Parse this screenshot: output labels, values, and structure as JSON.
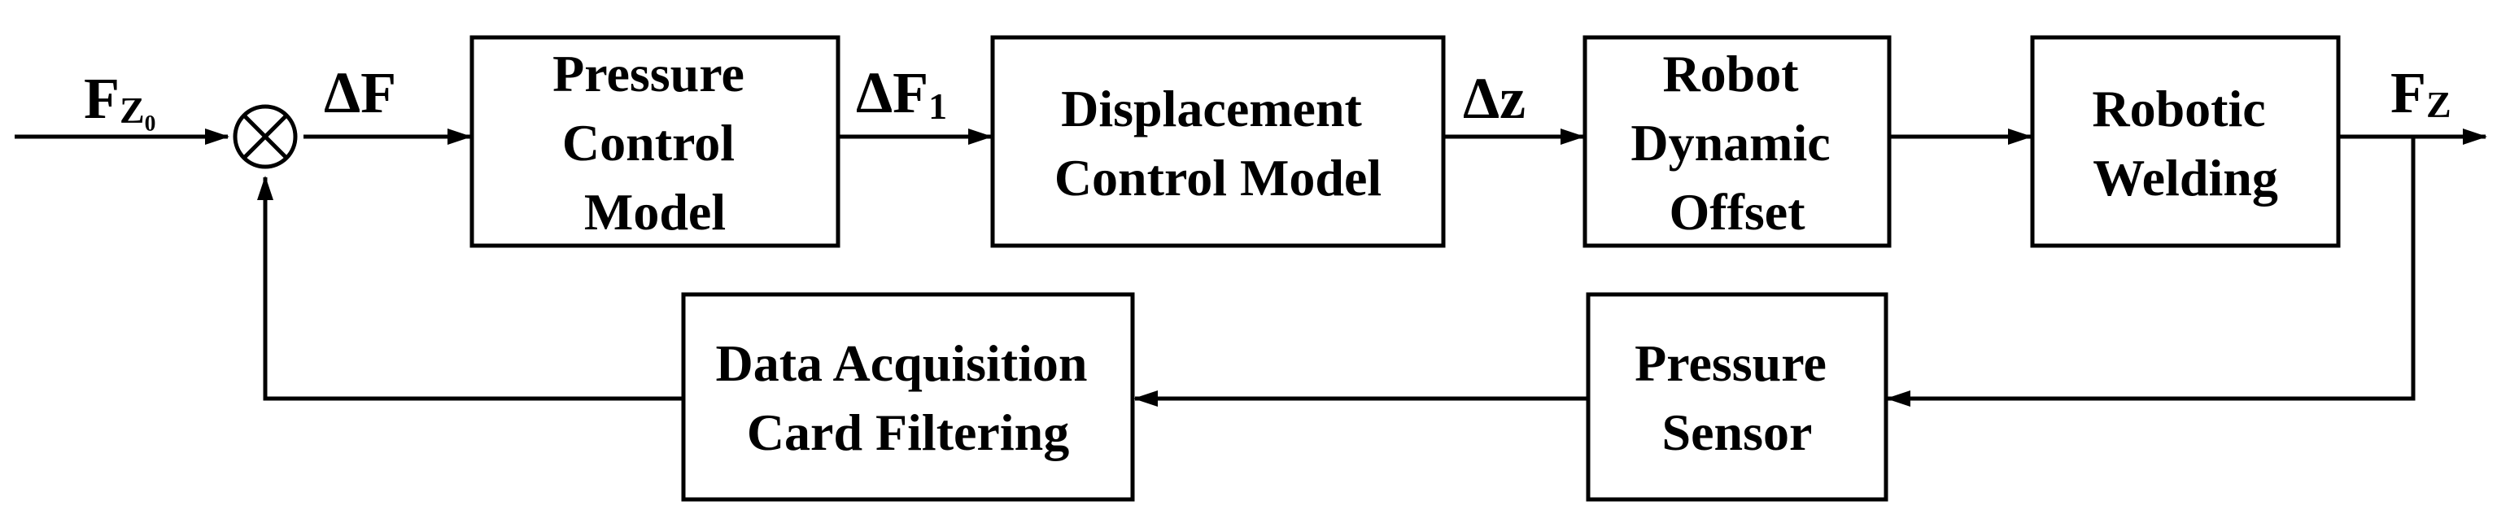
{
  "blocks": {
    "pressure_control": [
      "Pressure",
      "Control",
      "Model"
    ],
    "displacement_control": [
      "Displacement",
      "Control Model"
    ],
    "robot_dynamic": [
      "Robot",
      "Dynamic",
      "Offset"
    ],
    "robotic_welding": [
      "Robotic",
      "Welding"
    ],
    "pressure_sensor": [
      "Pressure",
      "Sensor"
    ],
    "data_acquisition": [
      "Data Acquisition",
      "Card Filtering"
    ]
  },
  "signals": {
    "input": {
      "main": "F",
      "sub": "Z₀"
    },
    "error": "ΔF",
    "delta_f1": {
      "main": "ΔF",
      "sub": "1"
    },
    "delta_z": "Δz",
    "output": {
      "main": "F",
      "sub": "Z"
    }
  }
}
